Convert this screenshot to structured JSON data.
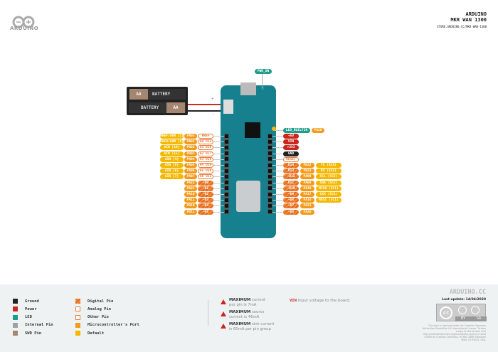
{
  "header": {
    "brand": "ARDUINO",
    "product": "MKR WAN 1300",
    "url": "STORE.ARDUINO.CC/MKR-WAN-1300"
  },
  "logo": {
    "text": "ARDUINO"
  },
  "battery": {
    "cell1_label": "AA",
    "cell1_text": "BATTERY",
    "cell2_text": "BATTERY",
    "cell2_label": "AA",
    "plus": "+",
    "minus": "-"
  },
  "board": {
    "pwr_label": "PWR_ON"
  },
  "led": {
    "label": "LED_BUILTIN",
    "port": "PA20"
  },
  "left_pins": [
    {
      "alt": "AREF/A0N [1]",
      "port": "PA03",
      "func": "AREF",
      "type": "a"
    },
    {
      "alt": "DAC0/A0N [0]",
      "port": "PA02",
      "func": "A0 D15",
      "type": "a"
    },
    {
      "alt": "AIN [10]",
      "port": "PB02",
      "func": "A1 D16",
      "type": "a"
    },
    {
      "alt": "AIN [11]",
      "port": "PB03",
      "func": "A2 D17",
      "type": "a"
    },
    {
      "alt": "AIN [4]",
      "port": "PA04",
      "func": "A3 D18",
      "type": "a"
    },
    {
      "alt": "AIN [5]",
      "port": "PA05",
      "func": "A4 D19",
      "type": "a"
    },
    {
      "alt": "AIN [6]",
      "port": "PA06",
      "func": "A5 D20",
      "type": "a"
    },
    {
      "alt": "AIN [7]",
      "port": "PA07",
      "func": "A6 D21",
      "type": "a"
    },
    {
      "port": "PA22",
      "func": "~D0",
      "type": "d"
    },
    {
      "port": "PA23",
      "func": "~D1",
      "type": "d"
    },
    {
      "port": "PA10",
      "func": "~D2",
      "type": "d"
    },
    {
      "port": "PA11",
      "func": "~D3",
      "type": "d"
    },
    {
      "port": "PB10",
      "func": "~D4",
      "type": "d"
    },
    {
      "port": "PB11",
      "func": "~D5",
      "type": "d"
    }
  ],
  "right_pins": [
    {
      "func": "+5V",
      "type": "r"
    },
    {
      "func": "VIN",
      "type": "r"
    },
    {
      "func": "+3V3",
      "type": "r"
    },
    {
      "func": "GND",
      "type": "g"
    },
    {
      "func": "RESET",
      "type": "a"
    },
    {
      "func": "D14",
      "port": "PB22",
      "alt": "TX (SC5)",
      "type": "d"
    },
    {
      "func": "D13",
      "port": "PB23",
      "alt": "RX (SC5)",
      "type": "d"
    },
    {
      "func": "~D12",
      "port": "PA09",
      "alt": "SCL (SC2)",
      "type": "d"
    },
    {
      "func": "D11",
      "port": "PA08",
      "alt": "SDA (SC2)",
      "type": "d"
    },
    {
      "func": "~D10",
      "port": "PA19",
      "alt": "MISO (SC1)",
      "type": "d"
    },
    {
      "func": "~D9",
      "port": "PA17",
      "alt": "SCK (SC1)",
      "type": "d"
    },
    {
      "func": "~D8",
      "port": "PA16",
      "alt": "MOSI (SC1)",
      "type": "d"
    },
    {
      "func": "~D7",
      "port": "PA21",
      "type": "d"
    },
    {
      "func": "~D6",
      "port": "PA20",
      "type": "d"
    }
  ],
  "legend": [
    {
      "label": "Ground",
      "color": "#222222"
    },
    {
      "label": "Power",
      "color": "#c9261d"
    },
    {
      "label": "LED",
      "color": "#1e9c8a"
    },
    {
      "label": "Internal Pin",
      "color": "#9aa3a6"
    },
    {
      "label": "SWD Pin",
      "color": "#a58670"
    },
    {
      "label": "Digital Pin",
      "color": "#e56a1c"
    },
    {
      "label": "Analog Pin",
      "color": "#ffffff"
    },
    {
      "label": "Other Pin",
      "color": "#ffffff"
    },
    {
      "label": "Microcontroller's Port",
      "color": "#f39a1a"
    },
    {
      "label": "Default",
      "color": "#f5b800"
    }
  ],
  "warnings": [
    {
      "bold": "MAXIMUM",
      "l1": " current",
      "l2": "per pin is 7mA"
    },
    {
      "bold": "MAXIMUM",
      "l1": " source",
      "l2": "current is 46mA"
    },
    {
      "bold": "MAXIMUM",
      "l1": " sink current",
      "l2": "is 65mA per pin group"
    }
  ],
  "vin_note": {
    "key": "VIN",
    "text": "Input voltage to the board."
  },
  "footer": {
    "site": "ARDUINO.CC",
    "updated": "Last update: 14/04/2020",
    "cc_by": "BY",
    "cc_sa": "SA",
    "license": "This work is licensed under the Creative Commons Attribution-ShareAlike 4.0 International License. To view a copy of this license, visit http://creativecommons.org/licenses/by-sa/4.0/ or send a letter to Creative Commons, PO Box 1866, Mountain View, CA 94042, USA."
  }
}
